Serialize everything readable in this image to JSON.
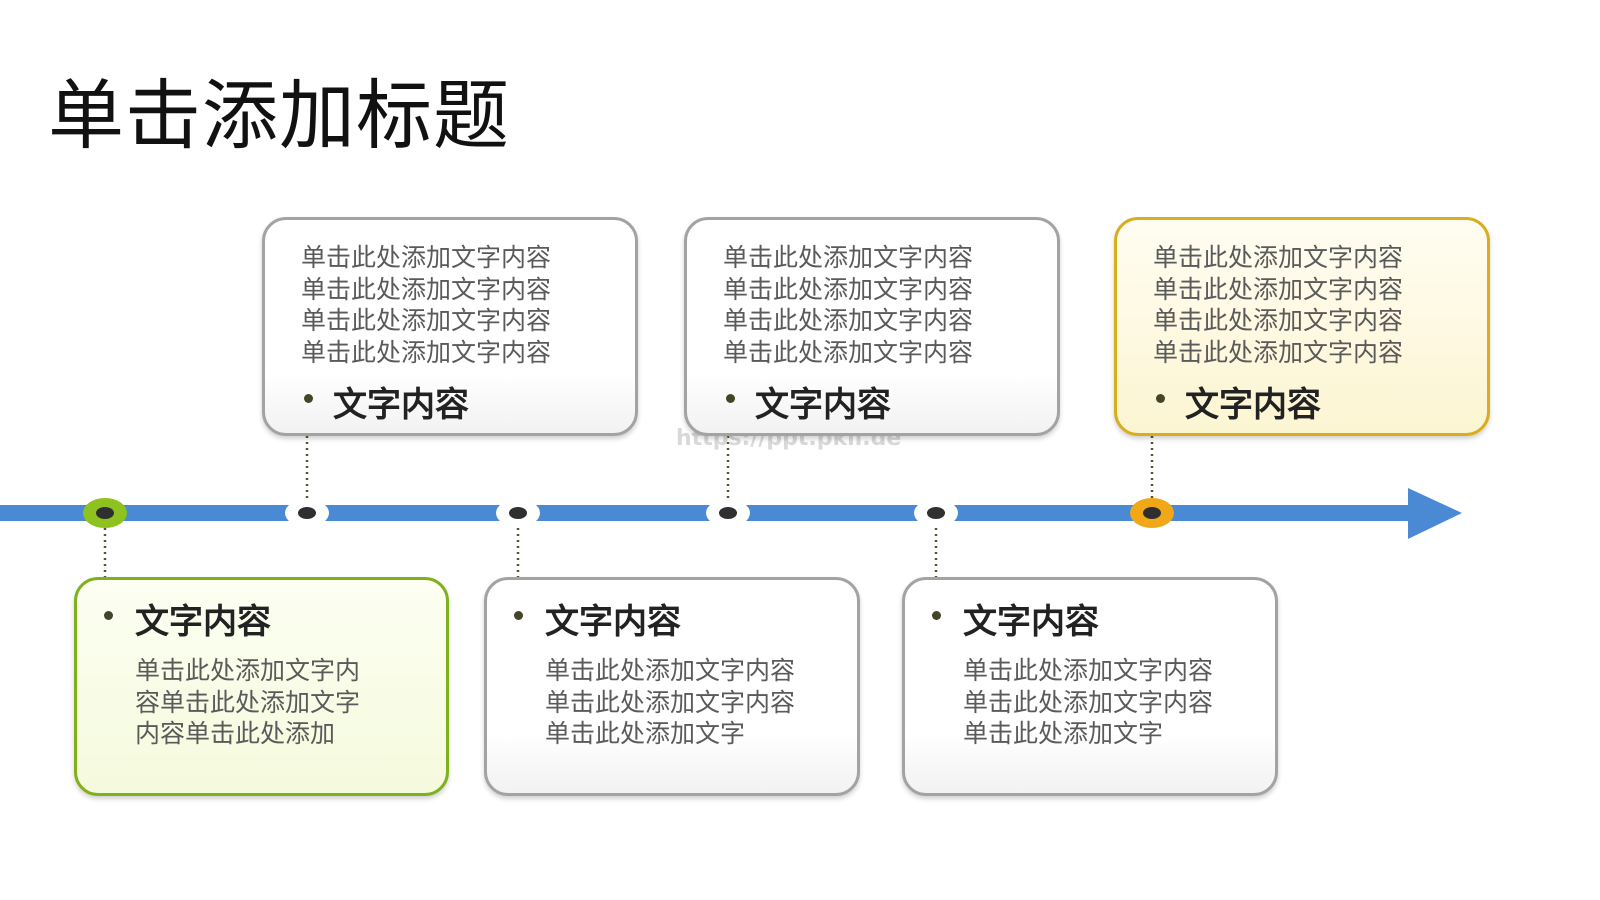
{
  "slide": {
    "title": "单击添加标题",
    "watermark": "https://ppt.pkll.de"
  },
  "colors": {
    "axis": "#4a8ad4",
    "default_border": "#a3a3a3",
    "green_accent": "#7fb11c",
    "gold_accent": "#f0a818",
    "dot": "#2f2f2f"
  },
  "cards_top": [
    {
      "heading": "文字内容",
      "lines": [
        "单击此处添加文字内容",
        "单击此处添加文字内容",
        "单击此处添加文字内容",
        "单击此处添加文字内容"
      ],
      "style": "default"
    },
    {
      "heading": "文字内容",
      "lines": [
        "单击此处添加文字内容",
        "单击此处添加文字内容",
        "单击此处添加文字内容",
        "单击此处添加文字内容"
      ],
      "style": "default"
    },
    {
      "heading": "文字内容",
      "lines": [
        "单击此处添加文字内容",
        "单击此处添加文字内容",
        "单击此处添加文字内容",
        "单击此处添加文字内容"
      ],
      "style": "gold"
    }
  ],
  "cards_bottom": [
    {
      "heading": "文字内容",
      "lines": [
        "单击此处添加文字内",
        "容单击此处添加文字",
        "内容单击此处添加"
      ],
      "style": "green"
    },
    {
      "heading": "文字内容",
      "lines": [
        "单击此处添加文字内容",
        "单击此处添加文字内容",
        "单击此处添加文字"
      ],
      "style": "default"
    },
    {
      "heading": "文字内容",
      "lines": [
        "单击此处添加文字内容",
        "单击此处添加文字内容",
        "单击此处添加文字"
      ],
      "style": "default"
    }
  ]
}
